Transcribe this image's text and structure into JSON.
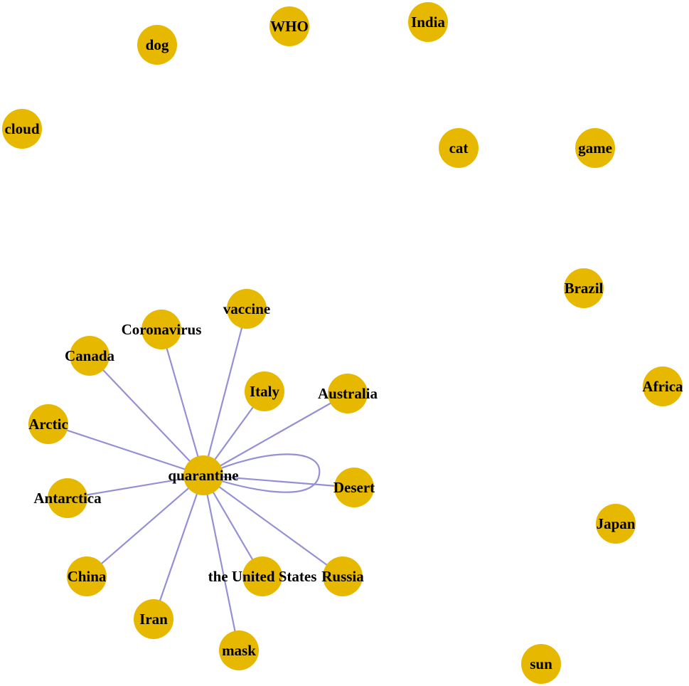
{
  "colors": {
    "node_fill": "#E6B800",
    "edge_stroke": "#9590D6",
    "label": "#000000",
    "background": "#FFFFFF"
  },
  "nodes": [
    {
      "id": "dog",
      "label": "dog"
    },
    {
      "id": "who",
      "label": "WHO"
    },
    {
      "id": "india",
      "label": "India"
    },
    {
      "id": "cloud",
      "label": "cloud"
    },
    {
      "id": "cat",
      "label": "cat"
    },
    {
      "id": "game",
      "label": "game"
    },
    {
      "id": "brazil",
      "label": "Brazil"
    },
    {
      "id": "africa",
      "label": "Africa"
    },
    {
      "id": "japan",
      "label": "Japan"
    },
    {
      "id": "sun",
      "label": "sun"
    },
    {
      "id": "vaccine",
      "label": "vaccine"
    },
    {
      "id": "coronavirus",
      "label": "Coronavirus"
    },
    {
      "id": "canada",
      "label": "Canada"
    },
    {
      "id": "italy",
      "label": "Italy"
    },
    {
      "id": "australia",
      "label": "Australia"
    },
    {
      "id": "arctic",
      "label": "Arctic"
    },
    {
      "id": "quarantine",
      "label": "quarantine"
    },
    {
      "id": "desert",
      "label": "Desert"
    },
    {
      "id": "antarctica",
      "label": "Antarctica"
    },
    {
      "id": "china",
      "label": "China"
    },
    {
      "id": "united_states",
      "label": "the United States"
    },
    {
      "id": "russia",
      "label": "Russia"
    },
    {
      "id": "iran",
      "label": "Iran"
    },
    {
      "id": "mask",
      "label": "mask"
    }
  ],
  "edges": [
    {
      "source": "quarantine",
      "target": "vaccine"
    },
    {
      "source": "quarantine",
      "target": "coronavirus"
    },
    {
      "source": "quarantine",
      "target": "canada"
    },
    {
      "source": "quarantine",
      "target": "italy"
    },
    {
      "source": "quarantine",
      "target": "australia"
    },
    {
      "source": "quarantine",
      "target": "arctic"
    },
    {
      "source": "quarantine",
      "target": "desert"
    },
    {
      "source": "quarantine",
      "target": "antarctica"
    },
    {
      "source": "quarantine",
      "target": "china"
    },
    {
      "source": "quarantine",
      "target": "united_states"
    },
    {
      "source": "quarantine",
      "target": "russia"
    },
    {
      "source": "quarantine",
      "target": "iran"
    },
    {
      "source": "quarantine",
      "target": "mask"
    },
    {
      "source": "quarantine",
      "target": "quarantine"
    }
  ]
}
